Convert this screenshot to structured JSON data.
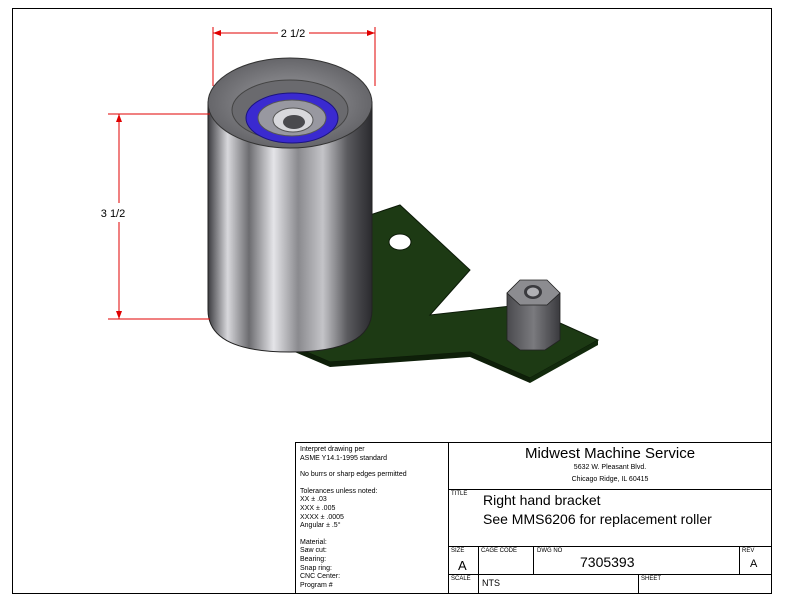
{
  "dimensions": {
    "width_label": "2 1/2",
    "height_label": "3 1/2"
  },
  "colors": {
    "dimension_line": "#e00000",
    "bracket": "#1d3a14",
    "bearing_seal": "#3a2ad0",
    "roller": "#9a9a9e"
  },
  "notes": {
    "interpret": [
      "Interpret drawing per",
      "ASME Y14.1-1995 standard"
    ],
    "burrs": "No burrs or sharp edges permitted",
    "tolerances_heading": "Tolerances unless noted:",
    "tolerances": [
      "XX ± .03",
      "XXX ± .005",
      "XXXX ± .0005",
      "Angular ± .5°"
    ],
    "fields": [
      "Material:",
      "Saw cut:",
      "Bearing:",
      "Snap ring:",
      "CNC Center:",
      "Program #"
    ]
  },
  "title_block": {
    "company": "Midwest Machine Service",
    "address1": "5632 W. Pleasant Blvd.",
    "address2": "Chicago Ridge, IL 60415",
    "title_label": "TITLE",
    "title_line1": "Right hand bracket",
    "title_line2": "See MMS6206 for replacement roller",
    "size_label": "SIZE",
    "size_value": "A",
    "cage_label": "CAGE CODE",
    "cage_value": "",
    "dwg_label": "DWG NO",
    "dwg_value": "7305393",
    "rev_label": "REV",
    "rev_value": "A",
    "scale_label": "SCALE",
    "scale_value": "NTS",
    "sheet_label": "SHEET",
    "sheet_value": ""
  }
}
